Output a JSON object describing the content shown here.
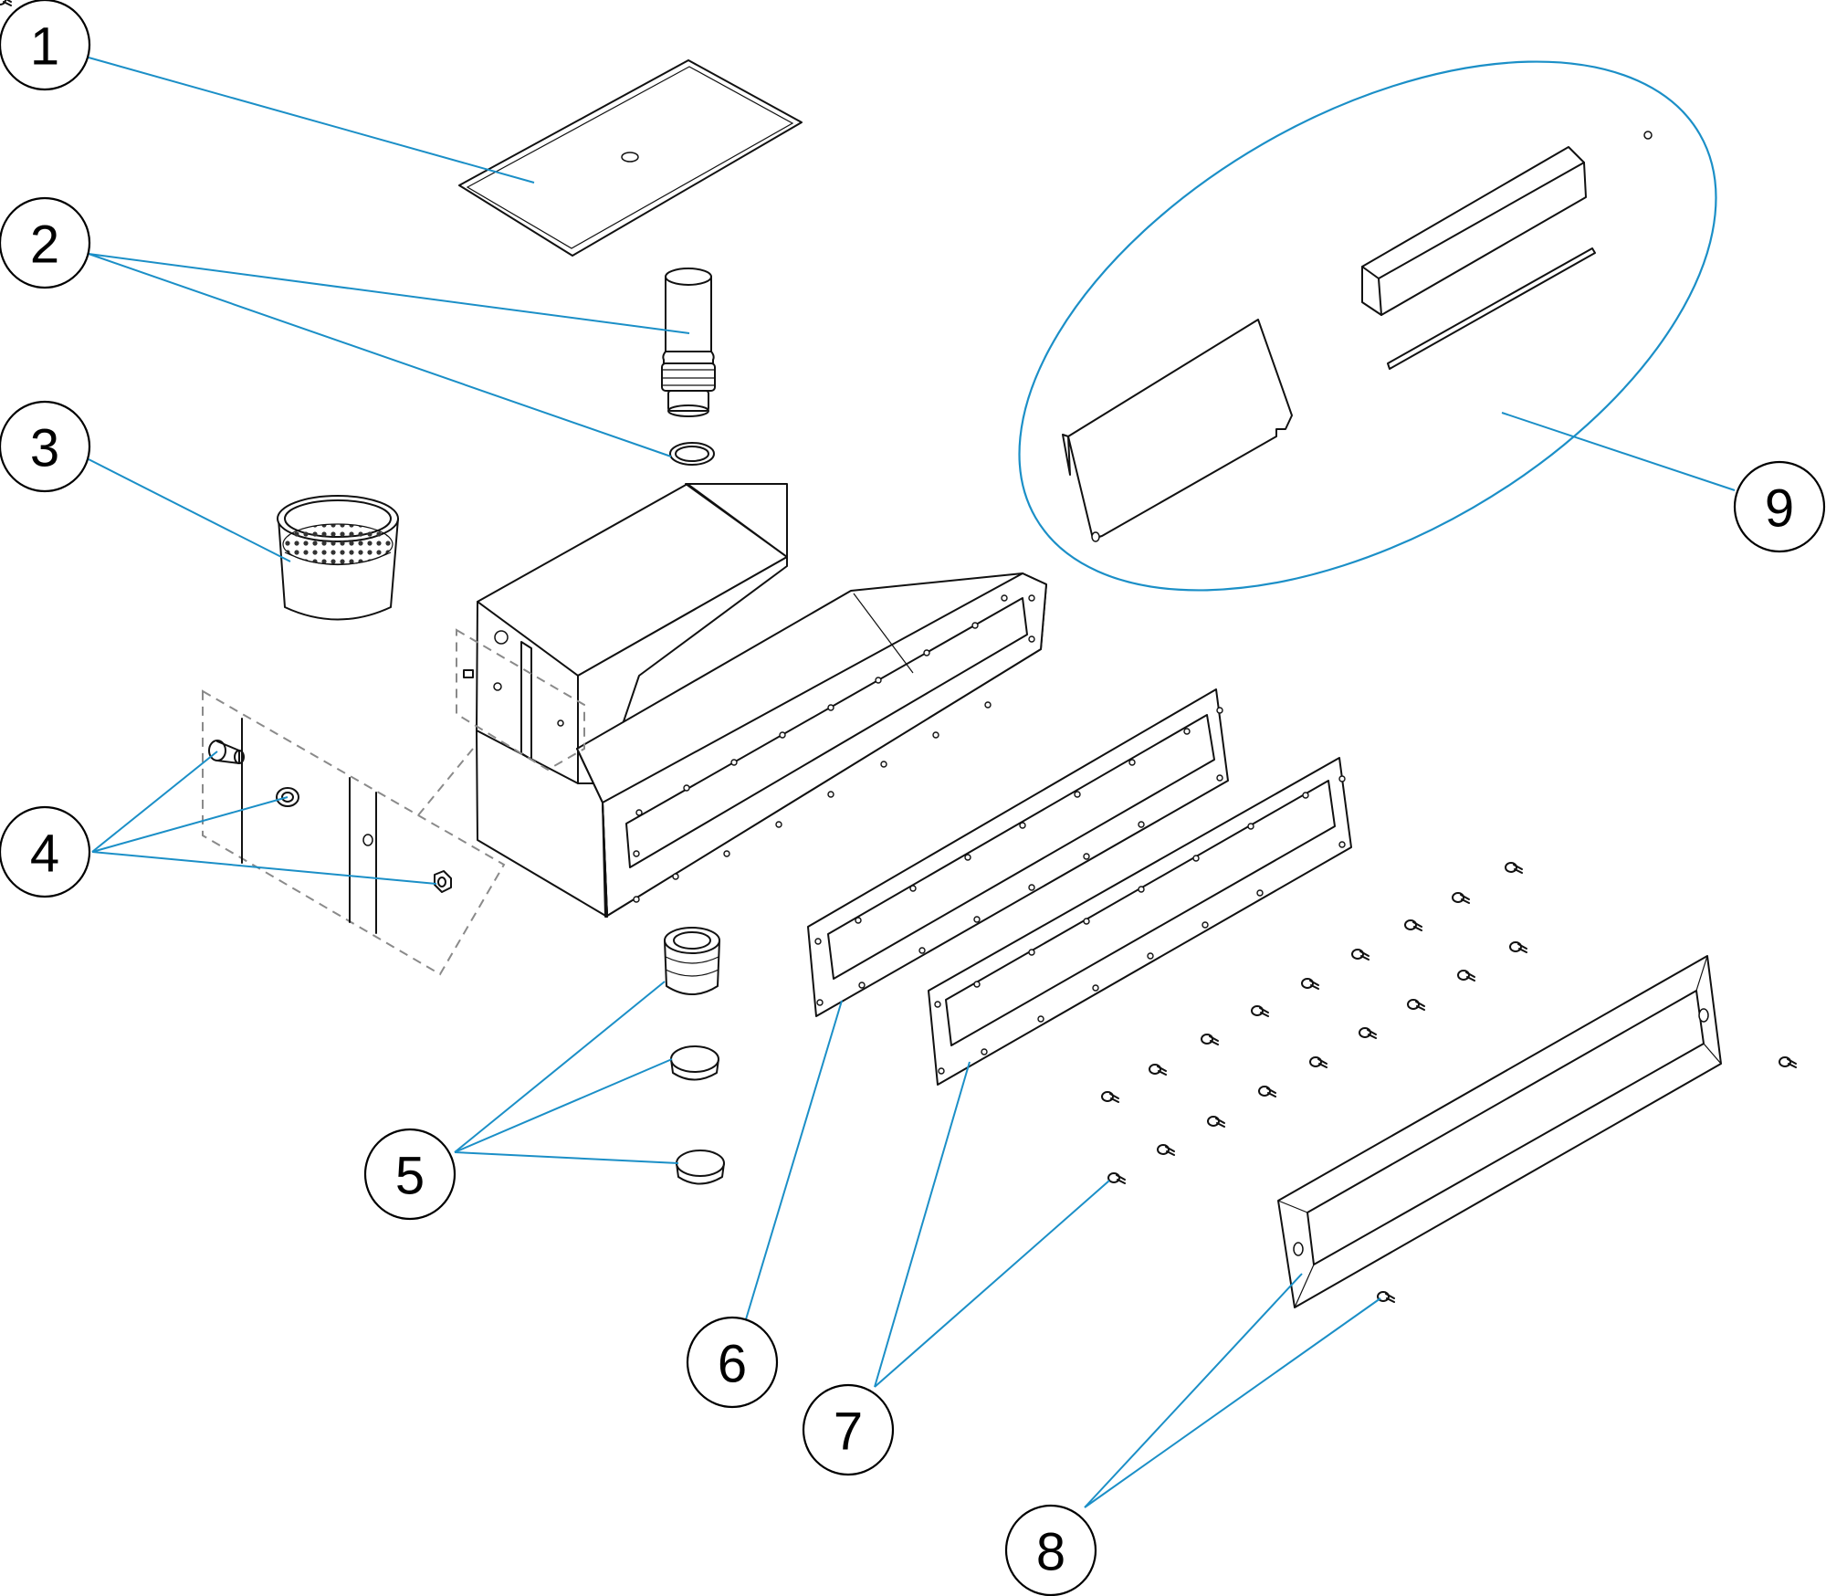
{
  "callouts": {
    "c1": "1",
    "c2": "2",
    "c3": "3",
    "c4": "4",
    "c5": "5",
    "c6": "6",
    "c7": "7",
    "c8": "8",
    "c9": "9"
  },
  "colors": {
    "leader": "#1b8fc7",
    "outline": "#111111",
    "hidden_lines": "#8a8a8a"
  }
}
